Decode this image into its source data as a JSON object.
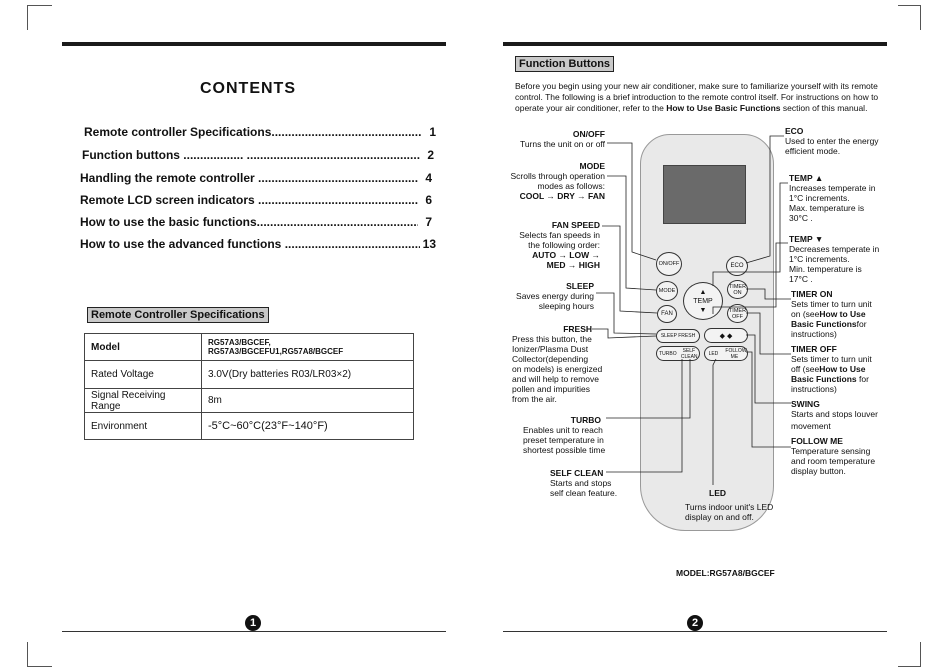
{
  "left_page": {
    "title": "CONTENTS",
    "toc": [
      {
        "title": "Remote controller Specifications...................................................",
        "page": "1"
      },
      {
        "title": "Function buttons .................. ......................................................",
        "page": "2"
      },
      {
        "title": "Handling the remote controller ......................................................",
        "page": "4"
      },
      {
        "title": "Remote LCD screen indicators ....................................................",
        "page": "6"
      },
      {
        "title": "How to use the basic functions.......................................................",
        "page": "7"
      },
      {
        "title": "How to use the advanced functions ...............................................",
        "page": "13"
      }
    ],
    "spec_header": "Remote Controller Specifications",
    "spec_rows": [
      {
        "label": "Model",
        "value": "RG57A3/BGCEF, RG57A3/BGCEFU1,RG57A8/BGCEF"
      },
      {
        "label": "Rated Voltage",
        "value": "3.0V(Dry batteries R03/LR03×2)"
      },
      {
        "label": "Signal Receiving Range",
        "value": "8m"
      },
      {
        "label": "Environment",
        "value": "-5°C~60°C(23°F~140°F)"
      }
    ],
    "page_number": "1"
  },
  "right_page": {
    "header": "Function Buttons",
    "intro_pre": "Before you begin using your new air conditioner, make sure to familiarize yourself with its remote control. The following is a brief introduction to the remote control itself. For instructions on how to operate your air conditioner, refer to the ",
    "intro_bold": "How to Use Basic Functions",
    "intro_post": " section of this manual.",
    "labels": {
      "onoff_t": "ON/OFF",
      "onoff_d": "Turns the unit on or off",
      "mode_t": "MODE",
      "mode_d1": "Scrolls through operation",
      "mode_d2": "modes as follows:",
      "mode_seq": "COOL → DRY → FAN",
      "fan_t": "FAN SPEED",
      "fan_d1": "Selects fan speeds in",
      "fan_d2": "the following order:",
      "fan_seq1": "AUTO → LOW →",
      "fan_seq2": "MED → HIGH",
      "sleep_t": "SLEEP",
      "sleep_d1": "Saves energy during",
      "sleep_d2": "sleeping hours",
      "fresh_t": "FRESH",
      "fresh_d": [
        "Press this button, the",
        "Ionizer/Plasma Dust",
        "Collector(depending",
        "on models) is energized",
        "and will help to remove",
        "pollen and impurities",
        "from the air."
      ],
      "turbo_t": "TURBO",
      "turbo_d": [
        "Enables unit to reach",
        "preset temperature in",
        "shortest possible time"
      ],
      "self_t": "SELF CLEAN",
      "self_d": [
        "Starts and stops",
        "self clean feature."
      ],
      "led_t": "LED",
      "led_d": [
        "Turns indoor unit's LED",
        "display on and off."
      ],
      "eco_t": "ECO",
      "eco_d": [
        "Used to enter the energy",
        "efficient mode."
      ],
      "tup_t": "TEMP ▲",
      "tup_d": [
        "Increases temperate in",
        "1°C increments.",
        "Max. temperature is",
        "30°C ."
      ],
      "tdn_t": "TEMP ▼",
      "tdn_d": [
        "Decreases temperate in",
        "1°C  increments.",
        "Min. temperature is",
        "17°C ."
      ],
      "ton_t": "TIMER ON",
      "ton_d1": "Sets timer to turn unit",
      "ton_d2a": "on (see",
      "ton_d2b": "How to Use",
      "ton_d3a": "Basic Functions",
      "ton_d3b": "for",
      "ton_d4": "instructions)",
      "toff_t": "TIMER OFF",
      "toff_d1": "Sets timer to turn unit",
      "toff_d2a": "off (see",
      "toff_d2b": "How to Use",
      "toff_d3a": "Basic Functions",
      "toff_d3b": " for",
      "toff_d4": "instructions)",
      "swing_t": "SWING",
      "swing_d": [
        "Starts and stops louver",
        "movement"
      ],
      "follow_t": "FOLLOW ME",
      "follow_d": [
        "Temperature sensing",
        "and room temperature",
        "display button."
      ]
    },
    "remote_buttons": {
      "onoff": "ON/OFF",
      "eco": "ECO",
      "mode": "MODE",
      "temp": "TEMP",
      "timer_on": "TIMER ON",
      "fan": "FAN",
      "timer_off": "TIMER OFF",
      "sleep_fresh": "SLEEP FRESH",
      "turbo": "TURBO",
      "self_clean": "SELF CLEAN",
      "led": "LED",
      "follow_me": "FOLLOW ME"
    },
    "model_caption": "MODEL:RG57A8/BGCEF",
    "page_number": "2"
  }
}
